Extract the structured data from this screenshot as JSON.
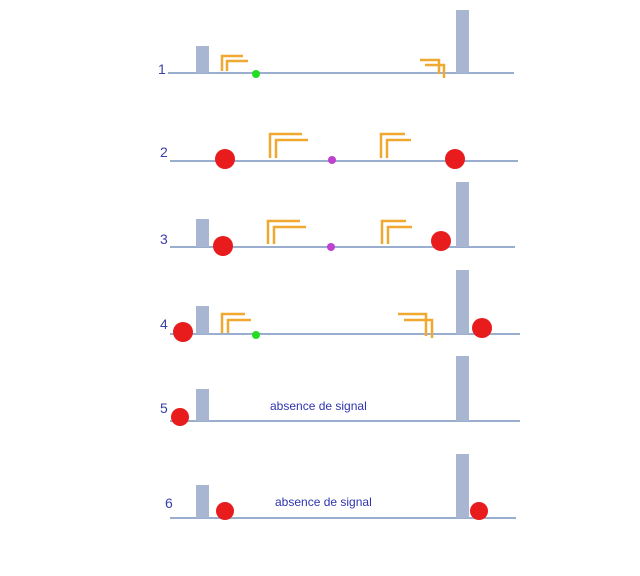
{
  "rows": [
    {
      "label": "1",
      "annotation": ""
    },
    {
      "label": "2",
      "annotation": ""
    },
    {
      "label": "3",
      "annotation": ""
    },
    {
      "label": "4",
      "annotation": ""
    },
    {
      "label": "5",
      "annotation": "absence de signal"
    },
    {
      "label": "6",
      "annotation": "absence de signal"
    }
  ],
  "colors": {
    "line": "#9aaed0",
    "bar": "#a8b6d2",
    "arrow": "#f0a830",
    "red_marker": "#e81c1c",
    "green_marker": "#22dd22",
    "purple_marker": "#c040d0",
    "text": "#3a3fa8"
  }
}
